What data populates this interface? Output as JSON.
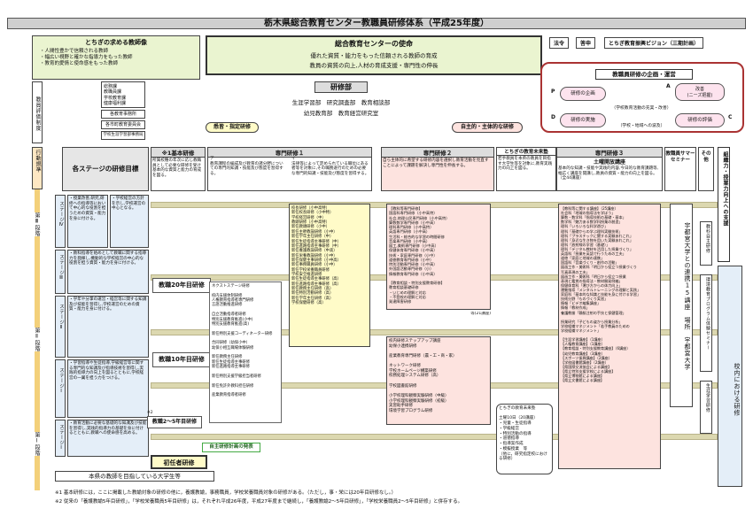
{
  "title": "栃木県総合教育センター教職員研修体系（平成25年度）",
  "ideal": {
    "head": "とちぎの求める教師像",
    "items": "・人間性豊かで信頼される教師\n・幅広い視野と確かな指導力をもった教師\n・教育的愛情と使命感をもった教師"
  },
  "mission": {
    "head": "総合教育センターの使命",
    "l1": "優れた資質・能力をもった信頼される教師の育成",
    "l2": "教員の資質の向上,人材の育成支援・専門性の伸長"
  },
  "law": {
    "a": "法令",
    "b": "答申",
    "c": "とちぎ教育振興ビジョン（三期計画）"
  },
  "cycle": {
    "head": "教職員研修の企画・運営",
    "p": "P",
    "d": "D",
    "c": "C",
    "a": "A",
    "plan": "研修の企画",
    "improve": "改善\n(ニーズ把握)",
    "do": "研修の実施",
    "check": "研修の評価",
    "middle": "（学校教育活動の充実・改善）",
    "bottom": "（学校・地域への波及）"
  },
  "left_org": {
    "list": "総務課\n教職員課\n学校教育課\n健康福利課",
    "office": "各教育事務所",
    "city": "各市町教育委員会",
    "school": "学校生涯学習部事務局"
  },
  "dept": {
    "head": "研修部",
    "l1": "生涯学習部　研究調査部　教育相談部",
    "l2": "幼児教育部　教育経営研究室"
  },
  "cat_hakken": "悉皆・指定研修",
  "cat_jishu": "自主的・主体的な研修",
  "side_axis": "教員評価制度",
  "action_plan": "行動規準",
  "stage3": "第Ⅲ段階",
  "stage2": "第Ⅱ段階",
  "stage1": "第Ⅰ段階",
  "col_kihon": "※1基本研修",
  "col_sen1": "専門研修１",
  "col_sen2": "専門研修２",
  "col_sen3": "専門研修３",
  "col_mirai": "とちぎの教育未来塾",
  "col_doyo": "土曜開放講座",
  "col_summer": "教職員サマーセミナー",
  "col_other": "その他",
  "goal_label": "各ステージの研修目標",
  "kihon_desc": "所属校種の年次に応じ教職員として必要な研修を受け基本的な資質と能力の育成を図る。",
  "sen1a_desc": "ア\n教育課程の編成及び教育の諸分野についての専門的知識・技能及び態度を習得する。",
  "sen1b_desc": "イ\n法律等によって定められている職位にある者等を対象に,その職務遂行のための必要な専門的知識・技能及び態度を習得する。",
  "sen2_desc": "自ら主体的に希望する研修内容を選択し教育活動を見直すことによって課題を解決し専門性を伸長する。",
  "mirai_desc": "若手教員を本県の教員を目指す大学生等を対象に,教育実践力の向上を図る。",
  "doyo_desc": "基本的な知識・技能や実践的内容,今日的な教育課題等,幅広く講座を開講し,教員の資質・能力の向上を図る。（全44講座）",
  "stage_labels": {
    "s4": "ステージⅣ",
    "s3": "ステージⅢ",
    "s2": "ステージⅡ",
    "s1": "ステージⅠ"
  },
  "stage_goals": {
    "s4": "・授業改善,研究,研修への指導等において中心的な役割を担うための資質・能力を身に付ける。",
    "s3": "・教科指導を始めとして教職に関する指導力を発揮し,機動的な学校経営の中心的な役割を担う資質・能力を身に付ける。",
    "s2": "・学年や分掌の運営・経営等に関する知識及び技能を習得し,学校運営のための資質・能力を身に付ける。",
    "s1": "・学習指導や生徒指導,学級経営等に関する専門的な知識及び指導技術を習得し,実践的指導力の向上を図るとともに,学校経営の一翼を担う力をつける。",
    "s0": "・教育活動に必要な基礎的な知識及び技能を習得し,実践的指導力の基礎を身に付けるとともに,教職への使命感を高める。"
  },
  "stage_goals2": {
    "s4": "・学校経営の方針を示し,学校運営の中心となる。",
    "s3": "・学校経営の中心となり指導等を行う。"
  },
  "lv20": "教職20年目研修",
  "lv10": "教職10年目研修",
  "lv25": "教職2～5年目研修",
  "note2": "※2",
  "first": "初任者研修",
  "self_plan": "自主研修計画の発表",
  "mouth": "本県の教師を目指している大学生等",
  "sen1a_list": "ネクストステージ研修\n\n校内支援体制研修\n人権教育指導者専門研修\n言語活動推進研修\n\n自立活動指導者研修\n特別支援教育推進(小中)\n特別支援教育推進(高)\n\n新任特別支援コーディネーター研修\n\n合同研修（幼保小中）\n幼保小相互職場体験研修\n\n新任教務主任研修\n新任生徒指導主事研修\n新任進路指導主事研修\n\n新任特別支援学級担当者研修\n\n新任免許外教科担任研修\n\n産業教育指導者研修",
  "sen1b_list": "校長研修（小中高特）\n新任校長研修（小中特）\n学校経営研修（中）\n教頭研修（小中高特）\n新任教頭研修（小中）\n新任主幹教諭研修（小中）\n新任学年主任研修（中）\n新任生徒指導主事研修（中）\n新任進路指導主事研修（中）\n新任養護教諭研修（中高）\n新任栄養教諭研修（小中）\n新任保健主事研修（小中高）\n新任事務職員研修（小中）\n新任学校栄養職員研修\n学校安全推進研修\n新任生徒指導主事研修（高）\n新任進路指導主事研修（高）\n新任教務主任研修（高）\n新任特別活動研修（高）\n新任学年主任研修（高）\n学校保健研修（高）",
  "sen2_list_a": "【教科等専門研修】\n国語科専門研修（小中高特）\n社会,地理公民専門研修（小中高特）\n算数数学専門研修（小中高）\n理科専門研修（小中高特）\n英語専門研修（小中高）\n生活科・総合的な学習の時間研修\n音楽専門研修（小中高）\n図工,美術専門研修（小中高）\n保健体育専門研修（小中高）\n技術・家庭専門研修（小中）\n道徳教育専門研修（小中）\n特別活動専門研修（小中高）\n外国語活動専門研修（小）\n情報教育専門研修（小中高）\n\n【教育相談・特別支援教育研修】\n教育相談基礎研修\n・いじめの理解と対応\n・不登校の理解と対応\n発達障害研修\n\n障害のある子どもの\n教育支援研修\n\n教育相談実践研修\n・配慮を要する子どもの支援\n障害のある子どもの指導方法\nYHSC 医療観研修\n初心者のための指導研修\n\n早期教育相談担当者研修\n教育相談基礎研修",
  "sen2_list_b": "校内研修ステップアップ講座\n幼保小連携研修\n\n産業教育専門研修（農・工・商・家）\n\nネットワーク研修\n学校ホームページ構築研修\n校務処理システム研修（高）\n\n学校図書館研修\n\n小学校理科観察実験研修（中級）\n小学校理科観察実験研修（初級）\n実習助手研修\n環境学習プログラム研修",
  "mirai_list": "とちぎの教育未来塾\n\n土曜10日（20講座）\n・児童・生徒指導\n・学級経営\n・特別活動の指導\n・道徳指導\n・指導案作成\n・模擬授業　等\n（他に，研究指定校における研修）",
  "doyo_list": "【教科等に関する講座】（25講座）\n社会科「地域の指導法を学ぼう」\n算数・数学科「指導技術の基礎・基本」\n数学科「魅力ある数学科授業の創造」\n理科「いろいろな科学遊び」\n理科「基礎からの学ぶ理科実験技術」\n理科「プラスチックに関する実験あれこれ」\n理科「身近な生き物を用いた実験あれこれ」\n理科「放射線の学習（基礎）」\n理科「デジタル教材を活用した授業づくり」\n英語科「授業を英語で行うための工夫」\n道徳「家庭と地域の連携」\n国語科「音楽づくり・創作の活動」\n図画工作・美術科「明日から役立つ授業づくり\n写真表現の工夫」\n図画工作・美術科「明日から役立つ授業\n表現と鑑賞の指導法・教材開発例編」\n保健体育科「運び方からの体力向上」\n運動指導「メンタルトレーニングの理解と実践」\n家庭科「基本的な知識と技能を身に付ける学習」\n技術分野「ものづくり実習」\n情報「ビデオ編集講座」\n情報「教材作成」\n養護教諭「静脈注射の手技と保健管理」\n\n授業研究「子どもの姿から授業分析」\n学校組織マネジメント「若手教員のための\n学校組織マネジメント」\n\n【生涯学習講座】（1講座）\n【人権教育講座】（1講座）\n【教育相談・特別支援教育講座】（6講座）\n【幼児教育講座】（3講座）\n【スポーツ振興講座】（2講座）\n【学校図書館講座】（2講座）\n【県国際交流協会による講座】\n【県立特別支援学校による講座】\n【県立博物館による講座】\n【県立文書館による講座】",
  "summer_col": "宇都宮大学との連携15講座　場所　宇都宮大学",
  "other_a": "教科自主研修",
  "other_b": "環境教育プログラム体験セミナー",
  "other_c": "生涯学習研修",
  "right_col": "組織力・授業力向上への支援",
  "right_col2": "校内における研修",
  "sen2_count": "等(21講座)",
  "foot1": "※1 基本研修には，ここに掲載した教諭対象の研修の他に，養護教諭，事務職員，学校栄養職員対象の研修がある。（ただし，事・栄には20年目研修なし。）",
  "foot2": "※2 従来の「養護教諭5年目研修」，「学校栄養職員5年目研修」は，それぞれ平成26年度，平成27年度まで継続し，「養護教諭2～5年目研修」，「学校栄養職員2～5年目研修」と併存する。"
}
